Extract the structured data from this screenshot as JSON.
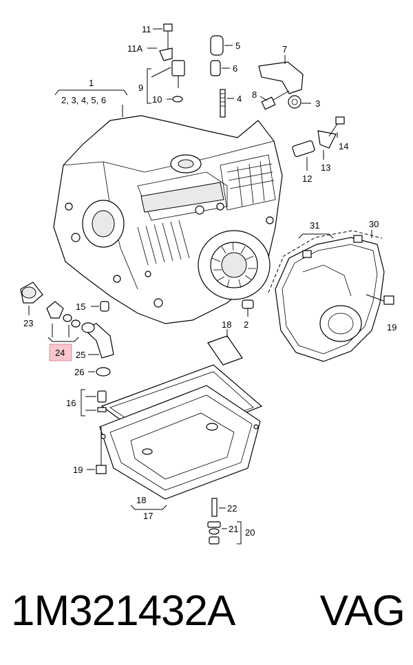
{
  "diagram": {
    "callouts": {
      "c1": "1",
      "c1sub": "2, 3, 4, 5, 6",
      "c2": "2",
      "c3": "3",
      "c4": "4",
      "c5": "5",
      "c6": "6",
      "c7": "7",
      "c8": "8",
      "c9": "9",
      "c10": "10",
      "c11": "11",
      "c11a": "11A",
      "c12": "12",
      "c13": "13",
      "c14": "14",
      "c15": "15",
      "c16": "16",
      "c17": "17",
      "c18top": "18",
      "c18bot": "18",
      "c19right": "19",
      "c19left": "19",
      "c20": "20",
      "c21": "21",
      "c22": "22",
      "c23": "23",
      "c24": "24",
      "c25": "25",
      "c26": "26",
      "c30": "30",
      "c31": "31"
    },
    "highlight_color": "#f7c7cc"
  },
  "caption": {
    "part_number": "1M321432A",
    "brand": "VAG"
  }
}
